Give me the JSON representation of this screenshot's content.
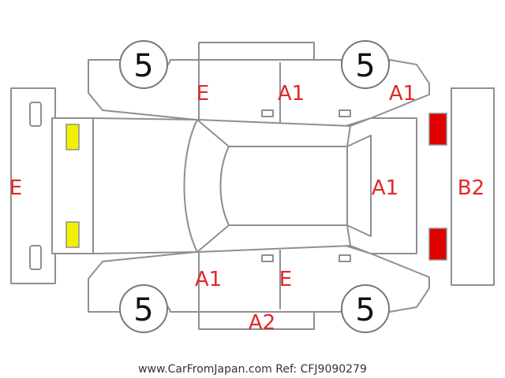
{
  "tires": {
    "front_left": "5",
    "front_right": "5",
    "rear_left": "5",
    "rear_right": "5"
  },
  "damage_codes": {
    "front_bumper": "E",
    "left_front_door": "E",
    "left_rear_door": "A1",
    "left_rear_quarter": "A1",
    "tailgate": "A1",
    "rear_bumper": "B2",
    "right_front_door": "A1",
    "right_rear_door": "E",
    "right_side_sill": "A2"
  },
  "colors": {
    "code_red": "#e02828",
    "marker_yellow": "#f2f200",
    "marker_red": "#e00000",
    "outline_gray": "#8f8f8f"
  },
  "markers": {
    "headlights": "yellow",
    "taillights": "red"
  },
  "footer": {
    "watermark": "www.CarFromJapan.com Ref: CFJ9090279"
  }
}
